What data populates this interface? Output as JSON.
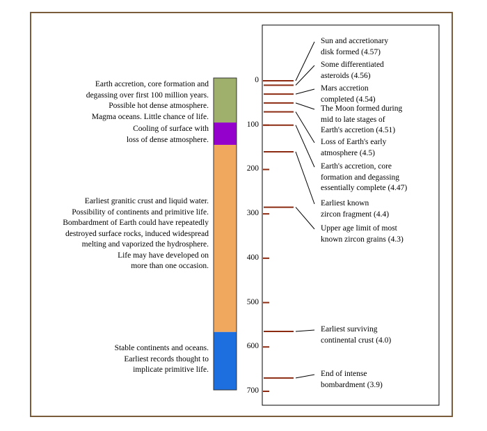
{
  "colors": {
    "frame": "#7a5c3a",
    "marker": "#8b2a10",
    "band_1": "#9fb06c",
    "band_2": "#9400cc",
    "band_3": "#f0a75e",
    "band_4": "#1d6fe0"
  },
  "axis": {
    "min": 0,
    "max": 700,
    "ticks": [
      "0",
      "100",
      "200",
      "300",
      "400",
      "500",
      "600",
      "700"
    ]
  },
  "bands": [
    {
      "from": 0,
      "to": 100,
      "color": "#9fb06c",
      "description": [
        "Earth accretion, core formation and",
        "degassing over first 100 million years.",
        "Possible hot dense atmosphere.",
        "Magma oceans. Little chance of life."
      ]
    },
    {
      "from": 100,
      "to": 150,
      "color": "#9400cc",
      "description": [
        "Cooling of surface with",
        "loss of dense atmosphere."
      ]
    },
    {
      "from": 150,
      "to": 570,
      "color": "#f0a75e",
      "description": [
        "Earliest granitic crust and liquid water.",
        "Possibility of continents and primitive life.",
        "Bombardment of Earth could have repeatedly",
        "destroyed surface rocks, induced widespread",
        "melting and vaporized the hydrosphere.",
        "Life may have developed on",
        "more than one occasion."
      ]
    },
    {
      "from": 570,
      "to": 700,
      "color": "#1d6fe0",
      "description": [
        "Stable continents and oceans.",
        "Earliest records thought to",
        "implicate primitive life."
      ]
    }
  ],
  "events": [
    {
      "at": 0,
      "lines": [
        "Sun and accretionary",
        "disk formed (4.57)"
      ]
    },
    {
      "at": 10,
      "lines": [
        "Some differentiated",
        "asteroids (4.56)"
      ]
    },
    {
      "at": 30,
      "lines": [
        "Mars accretion",
        "completed (4.54)"
      ]
    },
    {
      "at": 50,
      "lines": [
        "The Moon formed during",
        "mid to late stages of",
        "Earth's accretion (4.51)"
      ]
    },
    {
      "at": 70,
      "lines": [
        "Loss of Earth's early",
        "atmosphere (4.5)"
      ]
    },
    {
      "at": 100,
      "lines": [
        "Earth's accretion, core",
        "formation and degassing",
        "essentially complete (4.47)"
      ]
    },
    {
      "at": 160,
      "lines": [
        "Earliest known",
        "zircon fragment (4.4)"
      ]
    },
    {
      "at": 285,
      "lines": [
        "Upper age limit of most",
        "known zircon grains (4.3)"
      ]
    },
    {
      "at": 565,
      "lines": [
        "Earliest surviving",
        "continental crust (4.0)"
      ]
    },
    {
      "at": 670,
      "lines": [
        "End of intense",
        "bombardment (3.9)"
      ]
    }
  ]
}
